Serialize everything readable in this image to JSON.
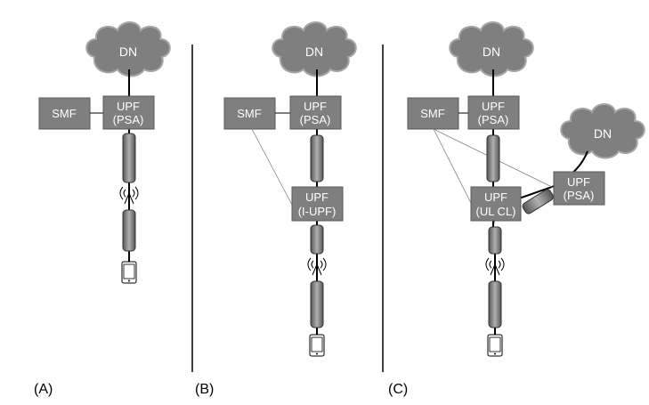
{
  "panels": {
    "a": {
      "label": "(A)",
      "dn": "DN",
      "smf": "SMF",
      "upf_line1": "UPF",
      "upf_line2": "(PSA)"
    },
    "b": {
      "label": "(B)",
      "dn": "DN",
      "smf": "SMF",
      "upf_psa_line1": "UPF",
      "upf_psa_line2": "(PSA)",
      "upf_iupf_line1": "UPF",
      "upf_iupf_line2": "(I-UPF)"
    },
    "c": {
      "label": "(C)",
      "dn": "DN",
      "dn2": "DN",
      "smf": "SMF",
      "upf_psa_line1": "UPF",
      "upf_psa_line2": "(PSA)",
      "upf_ulcl_line1": "UPF",
      "upf_ulcl_line2": "(UL CL)",
      "upf_psa2_line1": "UPF",
      "upf_psa2_line2": "(PSA)"
    }
  },
  "colors": {
    "box_fill": "#7f7f7f",
    "cloud_fill": "#7f7f7f",
    "cloud_stroke": "#a6a6a6",
    "line": "#000000",
    "thin_line": "#808080"
  }
}
